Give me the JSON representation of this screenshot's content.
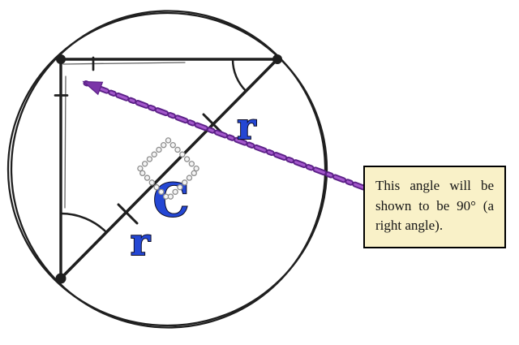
{
  "labels": {
    "center": "C",
    "radius_upper": "r",
    "radius_lower": "r"
  },
  "callout": {
    "lines": [
      "This angle will be",
      "shown to be 90° (a",
      "right angle)."
    ],
    "full_text": "This angle will be shown to be 90° (a right angle)."
  },
  "colors": {
    "background": "#ffffff",
    "line": "#1f1f1f",
    "label_blue": "#2447d4",
    "label_outline": "#0d0d26",
    "arrow_purple": "#7b35a8",
    "arrow_purple_light": "#a458cc",
    "arrow_purple_dark": "#5c2188",
    "callout_bg": "#f9f1c8",
    "callout_border": "#000000",
    "marker_dot": "#f4f4f4",
    "marker_dot_rim": "#8f8f8f"
  }
}
